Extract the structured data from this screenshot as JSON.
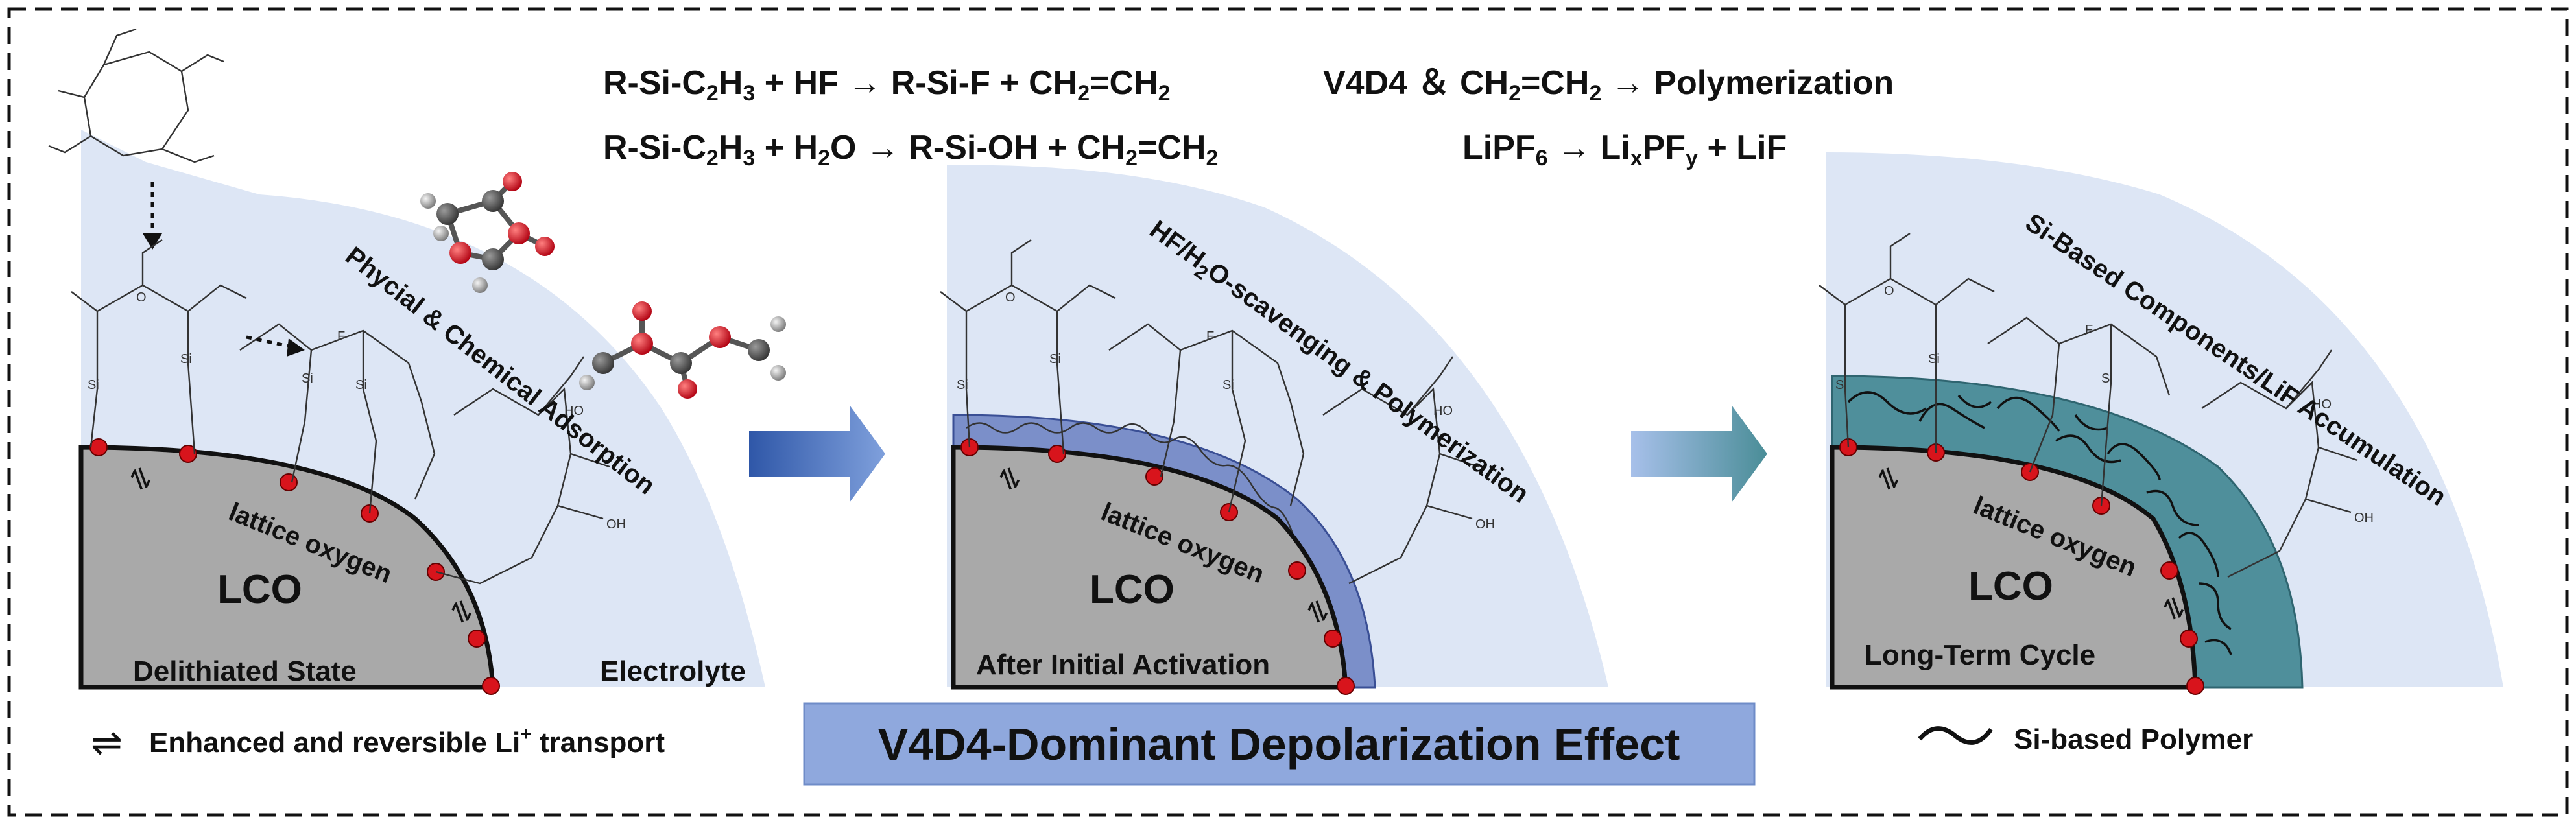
{
  "equations": {
    "eq1": {
      "a": "R-Si-C",
      "a_sub": "2",
      "b": "H",
      "b_sub": "3",
      "c": " + HF → R-Si-F + CH",
      "c_sub": "2",
      "d": "=CH",
      "d_sub": "2"
    },
    "eq2": {
      "a": "R-Si-C",
      "a_sub": "2",
      "b": "H",
      "b_sub": "3",
      "c": " + H",
      "c_sub": "2",
      "d": "O → R-Si-OH + CH",
      "d_sub": "2",
      "e": "=CH",
      "e_sub": "2"
    },
    "eq3": {
      "a": "V4D4 ＆ CH",
      "a_sub": "2",
      "b": "=CH",
      "b_sub": "2",
      "c": " → Polymerization"
    },
    "eq4": {
      "a": "LiPF",
      "a_sub": "6",
      "b": " → Li",
      "b_sub": "x",
      "c": "PF",
      "c_sub": "y",
      "d": " + LiF"
    }
  },
  "panels": [
    {
      "core_label": "LCO",
      "state_label": "Delithiated State",
      "oxygen_label": "lattice oxygen",
      "arc_label": "Phycial & Chemical Adsorption",
      "electrolyte_label": "Electrolyte"
    },
    {
      "core_label": "LCO",
      "state_label": "After Initial Activation",
      "oxygen_label": "lattice oxygen",
      "arc_label_a": "HF/H",
      "arc_label_sub": "2",
      "arc_label_b": "O-scavenging & Polymerization"
    },
    {
      "core_label": "LCO",
      "state_label": "Long-Term Cycle",
      "oxygen_label": "lattice oxygen",
      "arc_label": "Si-Based Components/LiF Accumulation"
    }
  ],
  "legend": {
    "transport_symbol": "⇌",
    "transport_a": "Enhanced and reversible Li",
    "transport_sup": "+",
    "transport_b": " transport",
    "polymer": "Si-based Polymer"
  },
  "banner": {
    "title": "V4D4-Dominant Depolarization Effect"
  },
  "atoms": {
    "si": "Si",
    "o": "O",
    "f": "F",
    "ho": "HO",
    "oh": "OH"
  },
  "colors": {
    "electrolyte": "#dde6f5",
    "core": "#a9a9a9",
    "lattice_o": "#d8141c",
    "layer_initial": "#7b8fc9",
    "layer_long": "#4f8f9b",
    "banner": "#8fa8dd",
    "arrow_left": "#2f57a8",
    "arrow_right": "#4a8d97"
  }
}
